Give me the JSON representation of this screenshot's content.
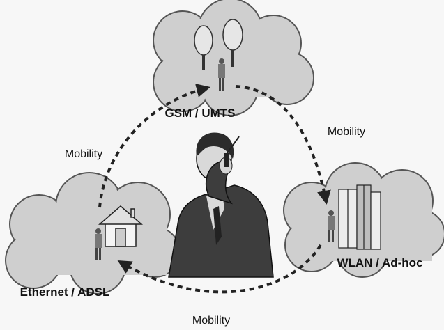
{
  "networks": {
    "gsm": "GSM / UMTS",
    "wlan": "WLAN / Ad-hoc",
    "ethernet": "Ethernet / ADSL"
  },
  "arrows": {
    "left": "Mobility",
    "right": "Mobility",
    "bottom": "Mobility"
  },
  "colors": {
    "cloud_fill": "#cfcfcf",
    "cloud_stroke": "#555555",
    "arrow": "#222222",
    "background": "#f7f7f7"
  }
}
